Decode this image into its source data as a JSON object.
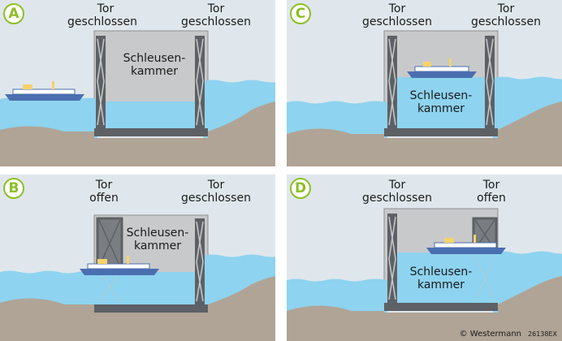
{
  "panels": [
    {
      "letter": "A",
      "left_gate": {
        "line1": "Tor",
        "line2": "geschlossen",
        "state": "closed"
      },
      "right_gate": {
        "line1": "Tor",
        "line2": "geschlossen",
        "state": "closed"
      },
      "chamber": {
        "line1": "Schleusen-",
        "line2": "kammer"
      },
      "chamber_water": "low",
      "ship": "left-outside"
    },
    {
      "letter": "C",
      "left_gate": {
        "line1": "Tor",
        "line2": "geschlossen",
        "state": "closed"
      },
      "right_gate": {
        "line1": "Tor",
        "line2": "geschlossen",
        "state": "closed"
      },
      "chamber": {
        "line1": "Schleusen-",
        "line2": "kammer"
      },
      "chamber_water": "high",
      "ship": "in-chamber-high"
    },
    {
      "letter": "B",
      "left_gate": {
        "line1": "Tor",
        "line2": "offen",
        "state": "open"
      },
      "right_gate": {
        "line1": "Tor",
        "line2": "geschlossen",
        "state": "closed"
      },
      "chamber": {
        "line1": "Schleusen-",
        "line2": "kammer"
      },
      "chamber_water": "low",
      "ship": "entering"
    },
    {
      "letter": "D",
      "left_gate": {
        "line1": "Tor",
        "line2": "geschlossen",
        "state": "closed"
      },
      "right_gate": {
        "line1": "Tor",
        "line2": "offen",
        "state": "open"
      },
      "chamber": {
        "line1": "Schleusen-",
        "line2": "kammer"
      },
      "chamber_water": "high",
      "ship": "leaving"
    }
  ],
  "credit": {
    "text": "© Westermann",
    "code": "26138EX"
  },
  "colors": {
    "sky": "#dfe7ec",
    "water": "#8ed3ef",
    "ground": "#b0a496",
    "chamber": "#c8c9ca",
    "gate": "#555a5f",
    "badge": "#8cbf26"
  }
}
